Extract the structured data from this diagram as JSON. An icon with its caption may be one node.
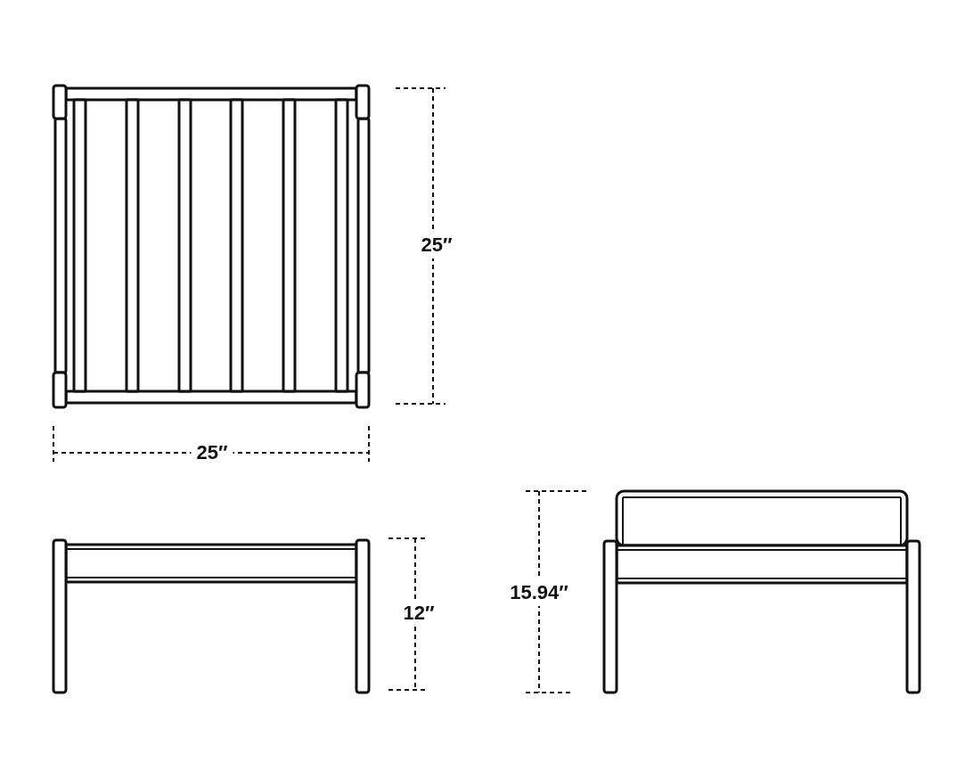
{
  "diagram": {
    "labels": [
      "25″",
      "25″",
      "15.94″",
      "12″"
    ]
  }
}
